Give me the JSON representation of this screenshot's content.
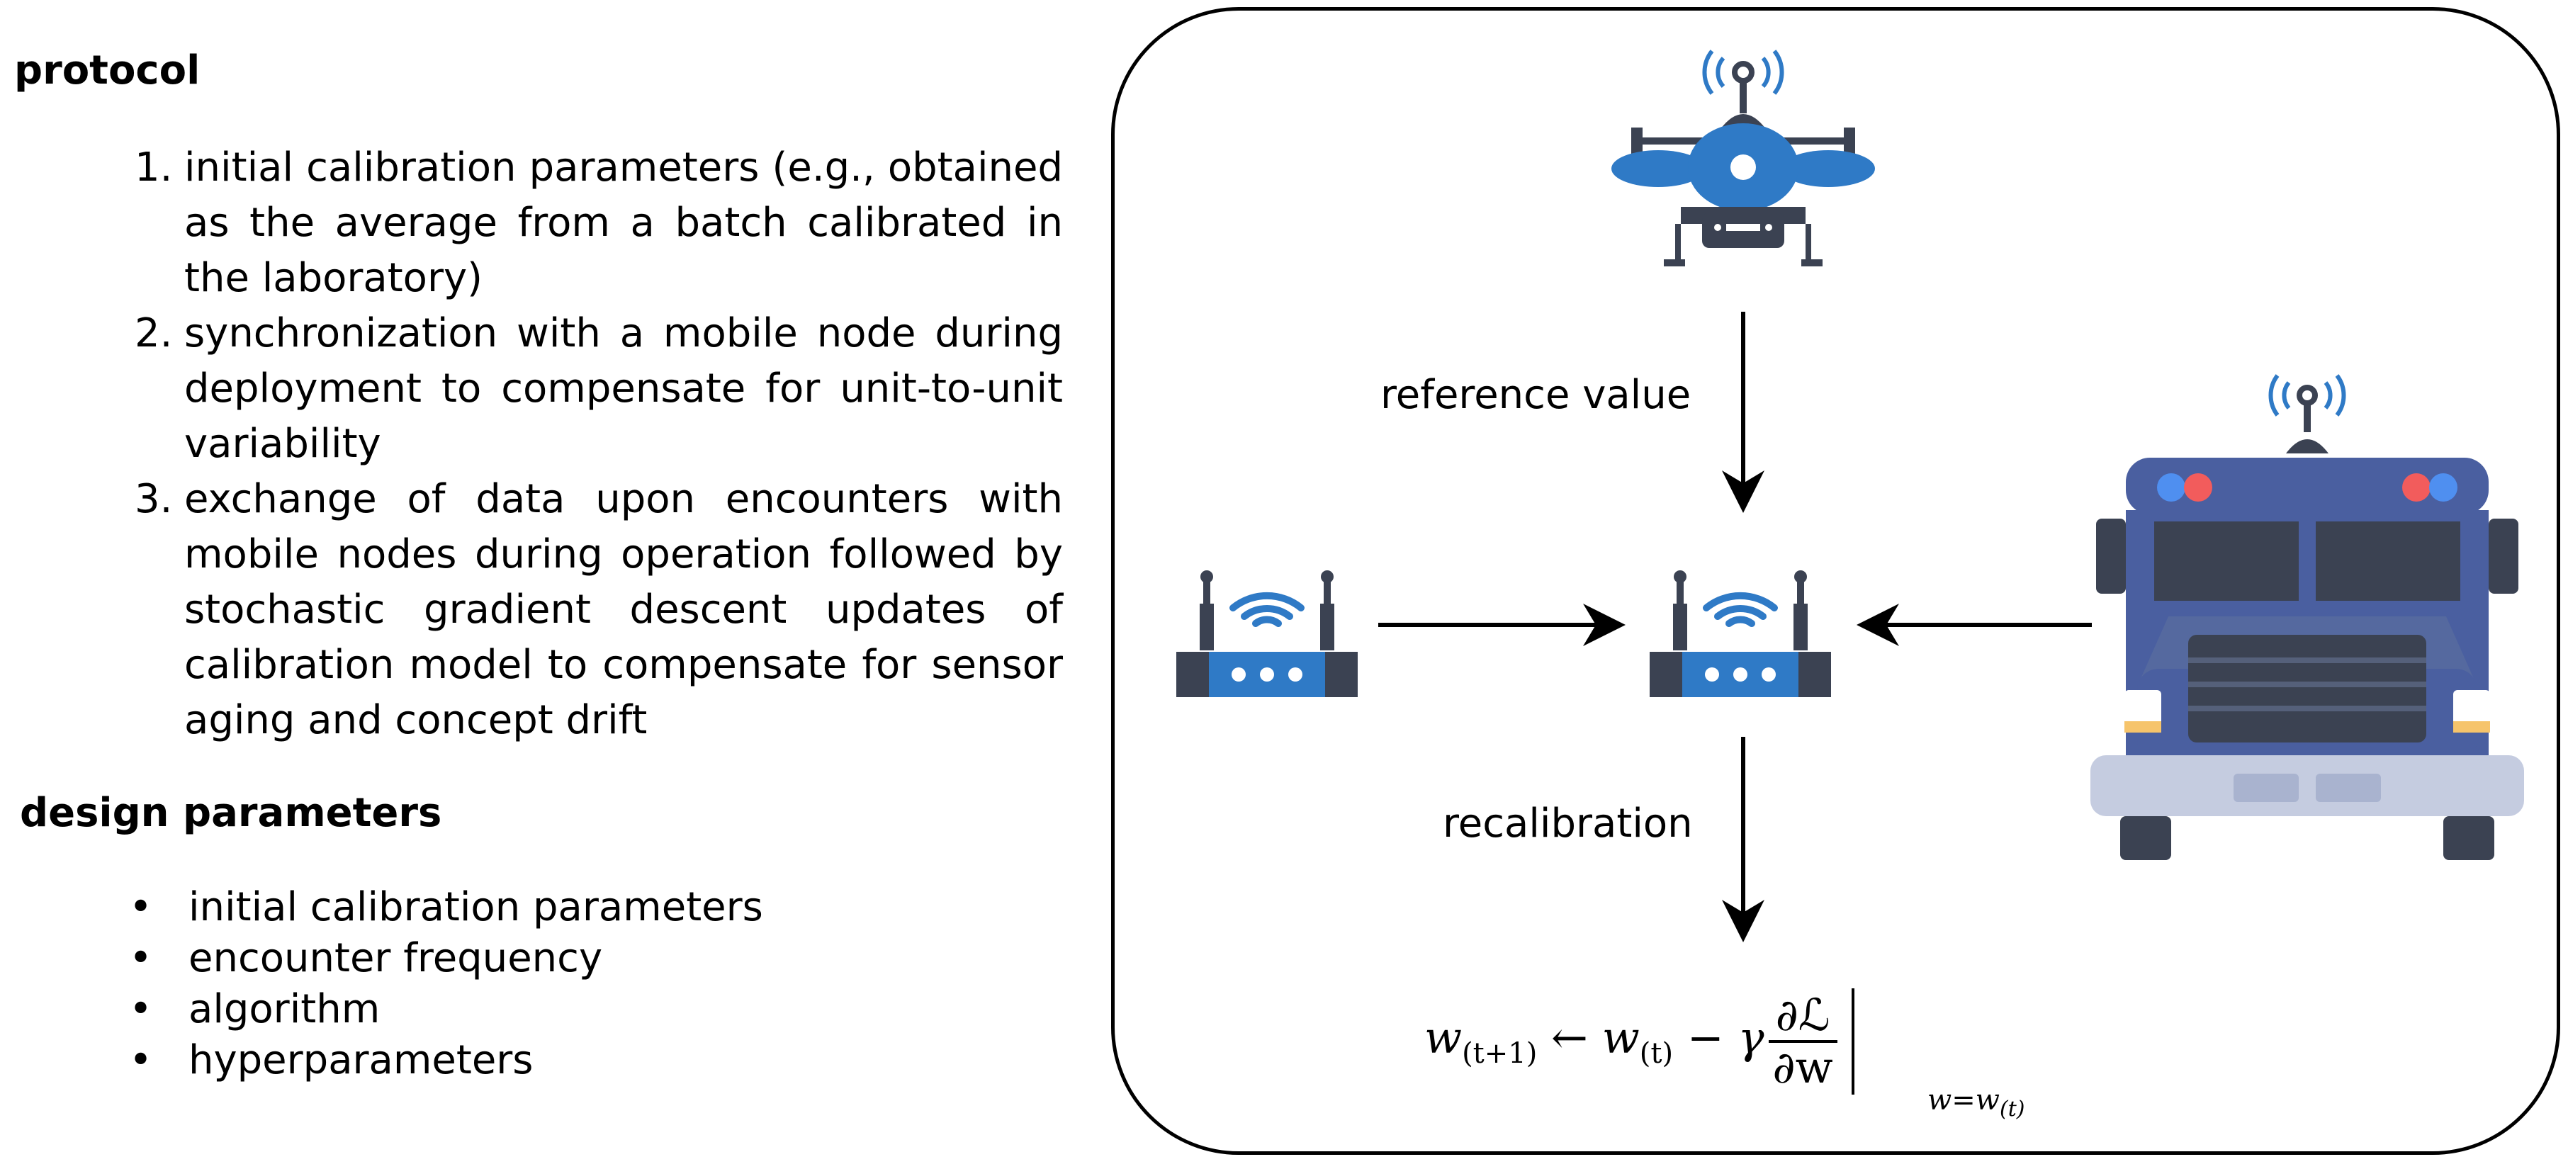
{
  "protocol": {
    "title": "protocol",
    "items": [
      {
        "num": "1.",
        "text": "initial calibration parameters (e.g., obtained as the average from a batch calibrated in the laboratory)"
      },
      {
        "num": "2.",
        "text": "synchronization with a mobile node during deployment to compensate for unit-to-unit variability"
      },
      {
        "num": "3.",
        "text": "exchange of data upon encounters with mobile nodes during operation followed by stochastic gradient descent updates of calibration model to compensate for sensor aging and concept drift"
      }
    ]
  },
  "design": {
    "title": "design parameters",
    "bullet": "•",
    "items": [
      "initial calibration parameters",
      "encounter frequency",
      "algorithm",
      "hyperparameters"
    ]
  },
  "diagram": {
    "reference_label": "reference value",
    "recalibration_label": "recalibration",
    "icons": [
      "drone-icon",
      "router-icon",
      "router-icon",
      "truck-icon"
    ],
    "formula": {
      "lhs": "w",
      "lhs_sub": "(t+1)",
      "arrow": "←",
      "w": "w",
      "w_sub": "(t)",
      "minus": "−",
      "gamma": "γ",
      "numerator": "∂ℒ",
      "denominator": "∂w",
      "eval_w": "w=w",
      "eval_sub": "(t)"
    },
    "colors": {
      "blue": "#2f7ac6",
      "dark": "#3b4252",
      "truck_body": "#4a5fa0",
      "truck_bumper": "#c5cce0",
      "light_red": "#f25c5c",
      "light_blue": "#4f8ff0",
      "headlight": "#f6c46b"
    }
  }
}
